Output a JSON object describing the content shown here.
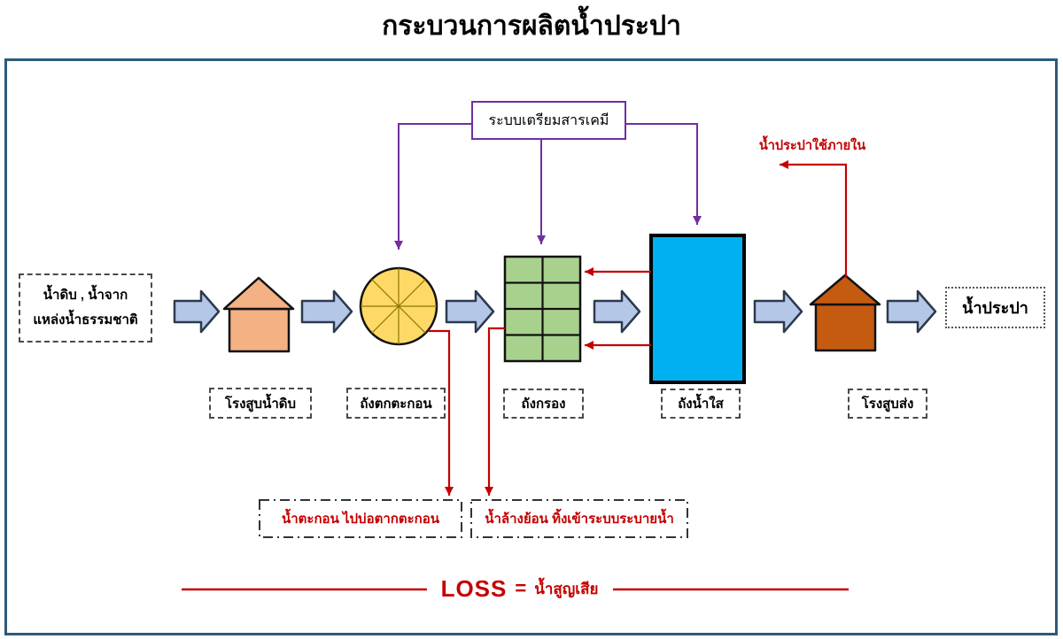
{
  "title": "กระบวนการผลิตน้ำประปา",
  "chemical_box": {
    "label": "ระบบเตรียมสารเคมี"
  },
  "source_box": {
    "line1": "น้ำดิบ ,  น้ำจาก",
    "line2": "แหล่งน้ำธรรมชาติ"
  },
  "output_box": {
    "label": "น้ำประปา"
  },
  "internal_use": {
    "label": "น้ำประปาใช้ภายใน"
  },
  "stages": [
    {
      "label": "โรงสูบน้ำดิบ"
    },
    {
      "label": "ถังตกตะกอน"
    },
    {
      "label": "ถังกรอง"
    },
    {
      "label": "ถังน้ำใส"
    },
    {
      "label": "โรงสูบส่ง"
    }
  ],
  "waste": [
    {
      "label": "น้ำตะกอน ไปบ่อตากตะกอน"
    },
    {
      "label": "น้ำล้างย้อน ทิ้งเข้าระบบระบายน้ำ"
    }
  ],
  "loss": {
    "word": "LOSS",
    "equals": "=",
    "thai": "น้ำสูญเสีย"
  },
  "colors": {
    "frame": "#2d5a7b",
    "arrow_fill": "#b4c7e7",
    "arrow_stroke": "#2b3a4f",
    "house_pump_raw": "#f4b183",
    "house_pump_send": "#c55a11",
    "sediment_circle": "#ffd966",
    "filter_grid": "#a9d18e",
    "clear_tank": "#00b0f0",
    "chemical_purple": "#7030a0",
    "loss_red": "#c40000"
  }
}
